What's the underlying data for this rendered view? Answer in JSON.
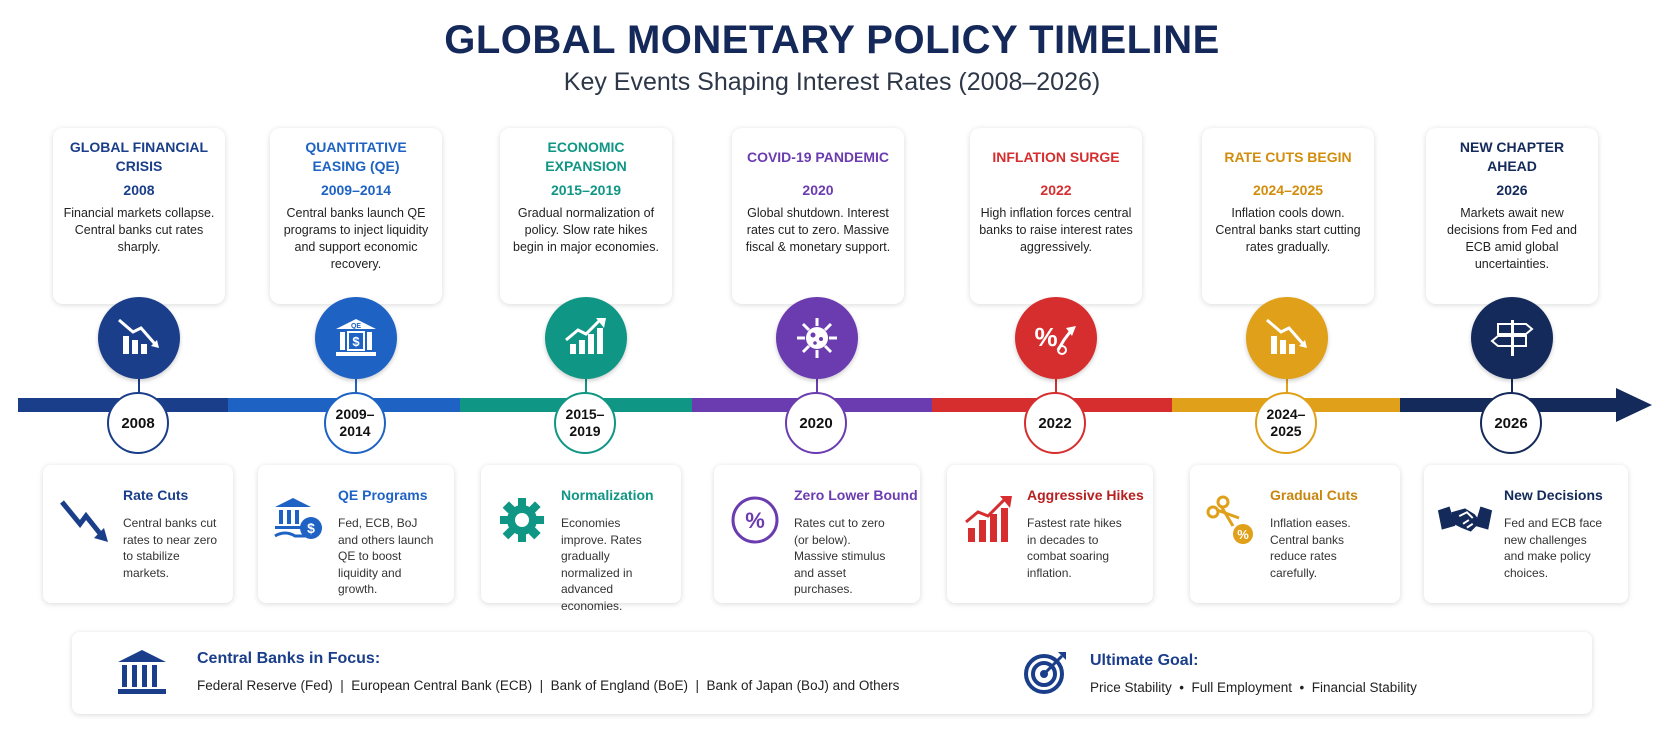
{
  "title": "GLOBAL MONETARY POLICY TIMELINE",
  "subtitle": "Key Events Shaping Interest Rates (2008–2026)",
  "events": [
    {
      "title": "GLOBAL FINANCIAL CRISIS",
      "year": "2008",
      "desc": "Financial markets collapse. Central banks cut rates sharply.",
      "badge": "2008",
      "color": "#1a3e8a",
      "icon": "falling-chart-icon"
    },
    {
      "title": "QUANTITATIVE EASING (QE)",
      "year": "2009–2014",
      "desc": "Central banks launch QE programs to inject liquidity and support economic recovery.",
      "badge": "2009–\n2014",
      "color": "#1e63c4",
      "icon": "bank-qe-icon"
    },
    {
      "title": "ECONOMIC EXPANSION",
      "year": "2015–2019",
      "desc": "Gradual normalization of policy. Slow rate hikes begin in major economies.",
      "badge": "2015–\n2019",
      "color": "#109684",
      "icon": "rising-chart-icon"
    },
    {
      "title": "COVID-19 PANDEMIC",
      "year": "2020",
      "desc": "Global shutdown. Interest rates cut to zero. Massive fiscal & monetary support.",
      "badge": "2020",
      "color": "#6b3bb0",
      "icon": "virus-icon"
    },
    {
      "title": "INFLATION SURGE",
      "year": "2022",
      "desc": "High inflation forces central banks to raise interest rates aggressively.",
      "badge": "2022",
      "color": "#d62e2e",
      "icon": "percent-up-icon"
    },
    {
      "title": "RATE CUTS BEGIN",
      "year": "2024–2025",
      "desc": "Inflation cools down. Central banks start cutting rates gradually.",
      "badge": "2024–\n2025",
      "color": "#e0a019",
      "icon": "falling-chart-icon"
    },
    {
      "title": "NEW CHAPTER AHEAD",
      "year": "2026",
      "desc": "Markets await new decisions from Fed and ECB amid global uncertainties.",
      "badge": "2026",
      "color": "#142a5a",
      "icon": "signpost-icon"
    }
  ],
  "details": [
    {
      "title": "Rate Cuts",
      "desc": "Central banks cut rates to near zero to stabilize markets.",
      "color": "#1a3e8a",
      "icon": "down-arrow-icon"
    },
    {
      "title": "QE Programs",
      "desc": "Fed, ECB, BoJ and others launch QE to boost liquidity and growth.",
      "color": "#1e63c4",
      "icon": "bank-dollar-icon"
    },
    {
      "title": "Normalization",
      "desc": "Economies improve. Rates gradually normalized in advanced economies.",
      "color": "#109684",
      "icon": "gear-icon"
    },
    {
      "title": "Zero Lower Bound",
      "desc": "Rates cut to zero (or below). Massive stimulus and asset purchases.",
      "color": "#6b3bb0",
      "icon": "percent-circle-icon"
    },
    {
      "title": "Aggressive Hikes",
      "desc": "Fastest rate hikes in decades to combat soaring inflation.",
      "color": "#d62e2e",
      "icon": "bar-growth-icon"
    },
    {
      "title": "Gradual Cuts",
      "desc": "Inflation eases. Central banks reduce rates carefully.",
      "color": "#c8860d",
      "icon": "scissors-percent-icon"
    },
    {
      "title": "New Decisions",
      "desc": "Fed and ECB face new challenges and make policy choices.",
      "color": "#142a5a",
      "icon": "handshake-icon"
    }
  ],
  "footer": {
    "banks_label": "Central Banks in Focus:",
    "banks_text": "Federal Reserve (Fed)  |  European Central Bank (ECB)  |  Bank of England (BoE)  |  Bank of Japan (BoJ) and Others",
    "goal_label": "Ultimate Goal:",
    "goal_text": "Price Stability  •  Full Employment  •  Financial Stability"
  }
}
